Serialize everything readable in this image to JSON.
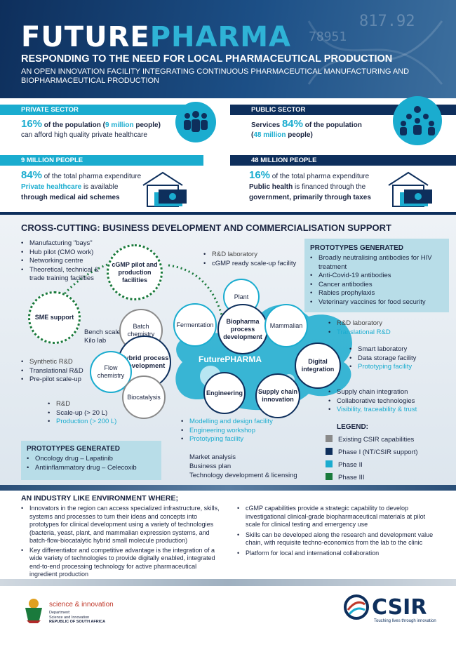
{
  "header": {
    "title_a": "FUTURE",
    "title_b": "PHARMA",
    "subtitle": "RESPONDING TO THE NEED FOR LOCAL PHARMACEUTICAL PRODUCTION",
    "description": "AN OPEN INNOVATION FACILITY INTEGRATING CONTINUOUS PHARMACEUTICAL MANUFACTURING AND BIOPHARMACEUTICAL PRODUCTION",
    "bg_number_1": "817.92",
    "bg_number_2": "78951"
  },
  "private": {
    "bar": "PRIVATE SECTOR",
    "pct": "16%",
    "line1_a": " of the population (",
    "line1_b": "9 million",
    "line1_c": " people)",
    "line2": "can afford high quality private healthcare"
  },
  "public": {
    "bar": "PUBLIC SECTOR",
    "line1_a": "Services ",
    "pct": "84%",
    "line1_b": " of the population",
    "line2_a": "(",
    "line2_b": "48 million",
    "line2_c": " people)"
  },
  "nine_million": {
    "bar": "9 MILLION PEOPLE",
    "pct": "84%",
    "pct_text": " of the total pharma expenditure",
    "line1_a": "Private healthcare",
    "line1_b": " is available",
    "line2": "through medical aid schemes"
  },
  "fortyeight_million": {
    "bar": "48 MILLION PEOPLE",
    "pct": "16%",
    "pct_text": " of the total pharma expenditure",
    "line1_a": "Public health",
    "line1_b": " is financed through the",
    "line2": "government, primarily through taxes"
  },
  "cross_cutting": "CROSS-CUTTING: BUSINESS DEVELOPMENT AND COMMERCIALISATION SUPPORT",
  "diagram": {
    "left_list": [
      "Manufacturing \"bays\"",
      "Hub pilot (CMO work)",
      "Networking centre",
      "Theoretical, technical & trade training facilities"
    ],
    "cgmp_pilot": "cGMP pilot and production facilities",
    "rd_list": [
      "R&D laboratory",
      "cGMP ready scale-up facility"
    ],
    "sme": "SME support",
    "bench": "Bench scale",
    "kilo": "Kilo lab",
    "batch": "Batch chemistry",
    "fermentation": "Fermentation",
    "plant": "Plant",
    "biopharma": "Biopharma process development",
    "mammalian": "Mammalian",
    "hybrid": "Hybrid process development",
    "flow": "Flow chemistry",
    "biocatalysis": "Biocatalysis",
    "futurepharma": "FuturePHARMA",
    "engineering": "Engineering",
    "supply_chain": "Supply chain innovation",
    "digital": "Digital integration",
    "synth_list": [
      "Synthetic R&D",
      "Translational R&D",
      "Pre-pilot scale-up"
    ],
    "rd_scale_list": [
      "R&D",
      "Scale-up (> 20 L)",
      "Production (> 200 L)"
    ],
    "eng_list": [
      "Modelling and design facility",
      "Engineering workshop",
      "Prototyping facility"
    ],
    "market_list": [
      "Market analysis",
      "Business plan",
      "Technology development & licensing"
    ],
    "mamm_list": [
      "R&D laboratory",
      "Translational R&D"
    ],
    "digital_list": [
      "Smart laboratory",
      "Data storage facility",
      "Prototyping facility"
    ],
    "supply_list": [
      "Supply chain integration",
      "Collaborative technologies",
      "Visibility, traceability & trust"
    ]
  },
  "prototypes_right": {
    "title": "PROTOTYPES GENERATED",
    "items": [
      "Broadly neutralising antibodies for HIV treatment",
      "Anti-Covid-19 antibodies",
      "Cancer antibodies",
      "Rabies prophylaxis",
      "Veterinary vaccines for food security"
    ]
  },
  "prototypes_left": {
    "title": "PROTOTYPES GENERATED",
    "items": [
      "Oncology drug – Lapatinib",
      "Antiinflammatory drug – Celecoxib"
    ]
  },
  "legend": {
    "title": "LEGEND:",
    "items": [
      {
        "label": "Existing CSIR capabilities",
        "color": "#8a8a8a"
      },
      {
        "label": "Phase I (NT/CSIR support)",
        "color": "#0e2f5c"
      },
      {
        "label": "Phase II",
        "color": "#1aaccf"
      },
      {
        "label": "Phase III",
        "color": "#1a7a3c"
      }
    ]
  },
  "industry": {
    "title": "AN INDUSTRY LIKE ENVIRONMENT WHERE;",
    "left": [
      "Innovators in the region can access specialized infrastructure, skills, systems and processes to turn their ideas and concepts into prototypes for clinical development using a variety of technologies (bacteria, yeast, plant, and mammalian expression systems, and batch-flow-biocatalytic hybrid small molecule production)",
      "Key differentiator and competitive advantage is the integration of a wide variety of technologies to provide digitally enabled, integrated end-to-end processing technology for active pharmaceutical ingredient production"
    ],
    "right": [
      "cGMP capabilities provide a strategic capability to develop investigational clinical-grade biopharmaceutical materials at pilot scale for clinical testing and emergency use",
      "Skills can be developed along the research and development value chain, with requisite techno-economics from the lab to the clinic",
      "Platform for local and international collaboration"
    ]
  },
  "footer": {
    "dept_brand": "science & innovation",
    "dept_line1": "Department:",
    "dept_line2": "Science and Innovation",
    "dept_line3": "REPUBLIC OF SOUTH AFRICA",
    "csir": "CSIR",
    "csir_tag": "Touching lives through innovation"
  },
  "colors": {
    "navy": "#0e2f5c",
    "teal": "#1aaccf",
    "green": "#1a7a3c",
    "grey": "#8a8a8a"
  }
}
